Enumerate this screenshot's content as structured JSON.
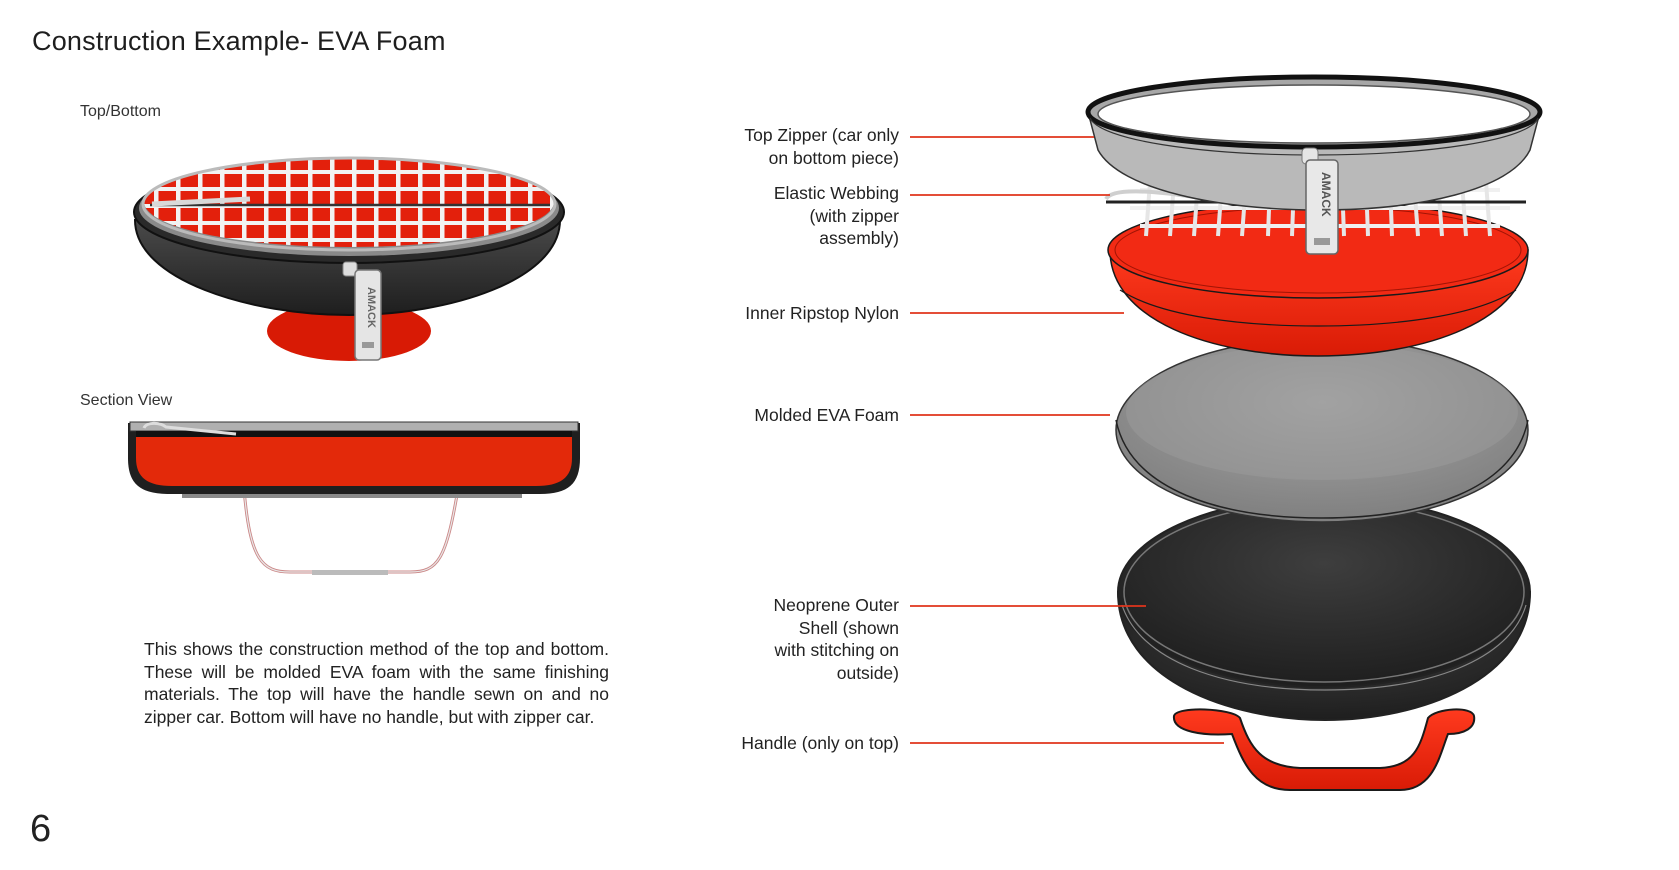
{
  "page": {
    "title": "Construction Example- EVA Foam",
    "page_number": "6"
  },
  "views": {
    "top_bottom_label": "Top/Bottom",
    "section_label": "Section View"
  },
  "description": "This shows the construction method of the top and bottom. These will be molded EVA foam with the same finishing materials. The top will have the handle sewn on and no zipper car. Bottom will have no handle, but with zipper car.",
  "zipper_brand": "AMACK",
  "callouts": {
    "top_zipper": [
      "Top Zipper (car only",
      "on bottom piece)"
    ],
    "elastic_webbing": [
      "Elastic Webbing",
      "(with zipper",
      "assembly)"
    ],
    "inner_ripstop": [
      "Inner Ripstop Nylon"
    ],
    "molded_eva": [
      "Molded EVA Foam"
    ],
    "neoprene": [
      "Neoprene Outer",
      "Shell (shown",
      "with stitching on",
      "outside)"
    ],
    "handle": [
      "Handle (only on top)"
    ]
  },
  "colors": {
    "accent_red": "#e8220e",
    "leader_red": "#e0341c",
    "dark_shell": "#2c2c2c",
    "foam_gray": "#9a9a9a",
    "zipper_silver": "#d8d8d8"
  }
}
